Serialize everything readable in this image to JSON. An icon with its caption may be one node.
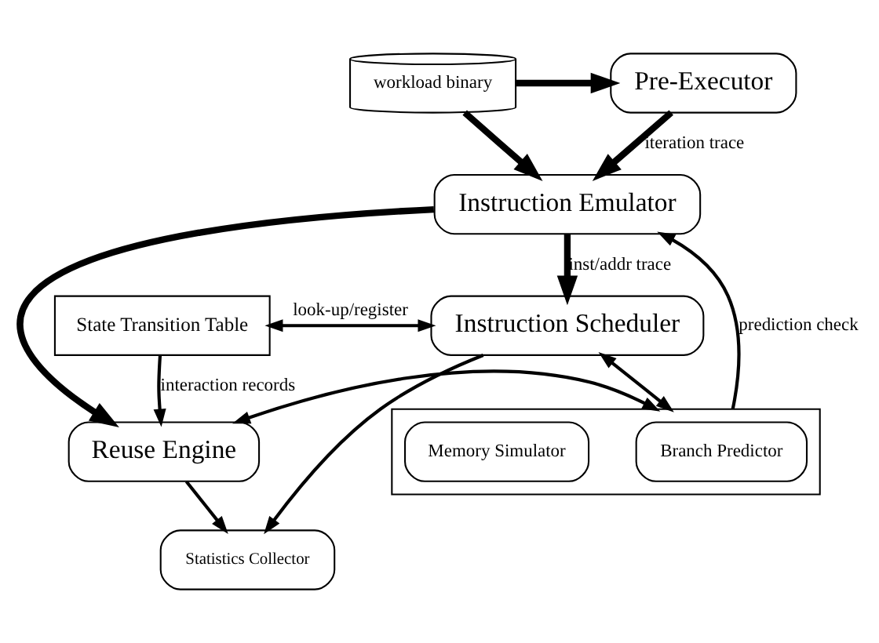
{
  "diagram": {
    "nodes": [
      {
        "text": [
          "Pre-Executor"
        ]
      },
      {
        "text": [
          "workload binary"
        ]
      },
      {
        "text": [
          "Instruction Emulator"
        ]
      },
      {
        "text": [
          "Instruction Scheduler"
        ]
      },
      {
        "text": [],
        "shape": "box"
      },
      {
        "text": [
          "Branch Predictor"
        ],
        "in": 4
      },
      {
        "text": [
          "Memory Simulator"
        ],
        "in": 4
      },
      {
        "text": [
          "State Transition Table"
        ]
      },
      {
        "text": [
          "Reuse Engine"
        ]
      },
      {
        "text": [
          "Statistics Collector"
        ]
      }
    ],
    "edges": [
      {
        "from": 1,
        "to": 0,
        "arrow": "to",
        "style": "thick"
      },
      {
        "from": 1,
        "to": 2,
        "arrow": "to",
        "style": "thick"
      },
      {
        "from": 0,
        "to": 2,
        "arrow": "to",
        "style": "thick",
        "label": "iteration trace"
      },
      {
        "from": 4,
        "to": 2,
        "arrow": "to",
        "label": "prediction check"
      },
      {
        "from": 2,
        "to": 3,
        "arrow": "to",
        "style": "thick",
        "label": "inst/addr trace"
      },
      {
        "from": 2,
        "to": 8,
        "arrow": "to",
        "style": "thick"
      },
      {
        "from": 3,
        "to": 4,
        "arrow": "both"
      },
      {
        "from": 7,
        "to": 3,
        "arrow": "both",
        "label": "look-up/register"
      },
      {
        "from": 7,
        "to": 8,
        "arrow": "to",
        "label": "interaction records"
      },
      {
        "from": 8,
        "to": 4,
        "arrow": "both"
      },
      {
        "from": 3,
        "to": 9,
        "arrow": "to"
      },
      {
        "from": 8,
        "to": 9,
        "arrow": "to"
      }
    ]
  }
}
